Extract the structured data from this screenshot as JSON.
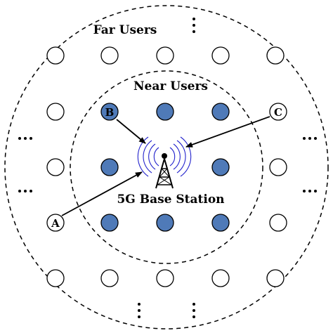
{
  "labels": {
    "far_users": "Far Users",
    "near_users": "Near Users",
    "base_station": "5G Base Station",
    "user_a": "A",
    "user_b": "B",
    "user_c": "C"
  },
  "colors": {
    "near_user_fill": "#4f7ab8",
    "far_user_fill": "#ffffff",
    "signal_wave": "#2222cc",
    "outline": "#000000"
  },
  "grid": {
    "rows": 5,
    "columns": 5,
    "near_user_count": 8,
    "far_user_count": 16
  }
}
